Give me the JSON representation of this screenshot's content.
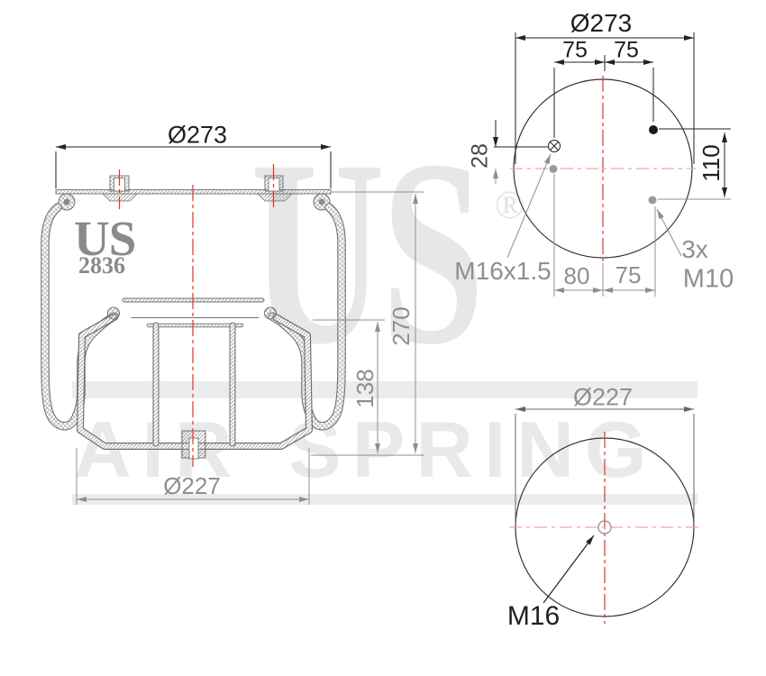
{
  "watermark": {
    "brand": "US",
    "registered": "®",
    "tagline": "AIR SPRING"
  },
  "part_marking": {
    "brand": "US",
    "part_number": "2836"
  },
  "side_view": {
    "dia_top": "Ø273",
    "overall_height": "270",
    "piston_height": "138",
    "dia_bottom": "Ø227"
  },
  "top_view": {
    "dia": "Ø273",
    "stud_offset_left": "75",
    "stud_offset_right": "75",
    "inlet_vertical_offset": "28",
    "stud_vertical_spacing": "110",
    "inlet_horizontal_offset": "80",
    "stud_horizontal_offset": "75",
    "air_inlet_label": "M16x1.5",
    "stud_count_label": "3x",
    "stud_thread_label": "M10"
  },
  "bottom_view": {
    "dia": "Ø227",
    "bolt_label": "M16"
  },
  "colors": {
    "centerline_red": "#e03232",
    "centerline_pink": "#f2a6a6",
    "dim_black": "#222222",
    "dim_gray": "#8f8f8f",
    "watermark_gray": "#ececec"
  }
}
